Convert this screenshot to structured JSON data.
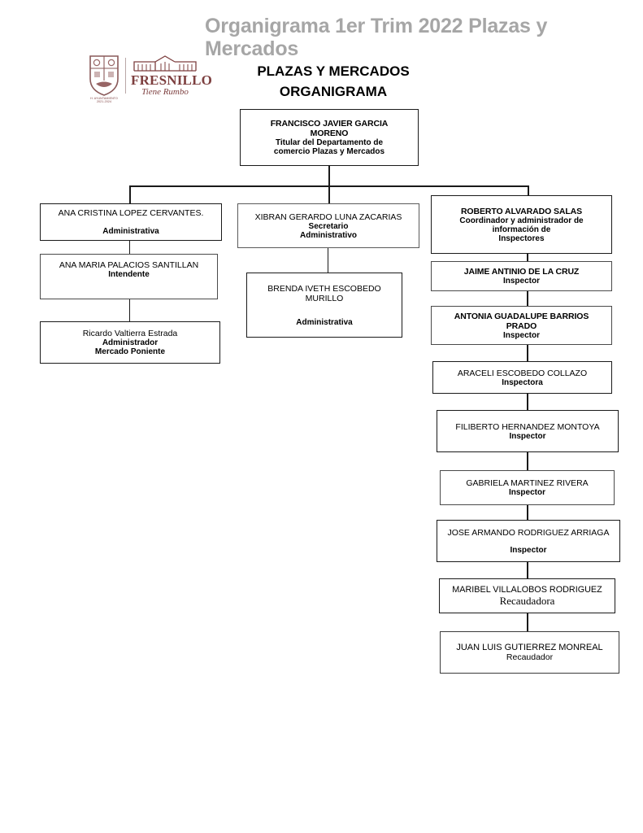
{
  "document": {
    "title": "Organigrama 1er Trim 2022 Plazas y Mercados",
    "title_color": "#a6a6a6",
    "heading_line1": "PLAZAS Y MERCADOS",
    "heading_line2": "ORGANIGRAMA"
  },
  "logo": {
    "crest_name": "municipal-coat-of-arms",
    "crest_caption": "H. AYUNTAMIENTO 2021-2024",
    "wordmark": "FRESNILLO",
    "tagline": "Tiene Rumbo",
    "brand_color": "#7d3f3f"
  },
  "chart_data": {
    "type": "diagram",
    "title": "PLAZAS Y MERCADOS ORGANIGRAMA",
    "nodes": [
      {
        "id": "head",
        "name": "FRANCISCO JAVIER GARCIA MORENO",
        "role": "Titular del Departamento de comercio Plazas y Mercados",
        "name_lines": [
          "FRANCISCO JAVIER GARCIA",
          "MORENO"
        ],
        "role_lines": [
          "Titular del Departamento de",
          "comercio Plazas y Mercados"
        ],
        "level": 0,
        "column": "center"
      },
      {
        "id": "ana-cristina",
        "name": "ANA CRISTINA LOPEZ CERVANTES.",
        "role": "Administrativa",
        "name_lines": [
          "ANA CRISTINA LOPEZ CERVANTES."
        ],
        "role_lines": [
          "Administrativa"
        ],
        "level": 1,
        "column": "left"
      },
      {
        "id": "ana-maria",
        "name": "ANA MARIA PALACIOS SANTILLAN",
        "role": "Intendente",
        "name_lines": [
          "ANA MARIA PALACIOS SANTILLAN"
        ],
        "role_lines": [
          "Intendente"
        ],
        "level": 2,
        "column": "left"
      },
      {
        "id": "ricardo",
        "name": "Ricardo Valtierra Estrada",
        "role": "Administrador Mercado Poniente",
        "name_lines": [
          "Ricardo Valtierra Estrada"
        ],
        "role_lines": [
          "Administrador",
          "Mercado Poniente"
        ],
        "level": 3,
        "column": "left"
      },
      {
        "id": "xibran",
        "name": "XIBRAN GERARDO LUNA ZACARIAS",
        "role": "Secretario Administrativo",
        "name_lines": [
          "XIBRAN GERARDO LUNA ZACARIAS"
        ],
        "role_lines": [
          "Secretario",
          "Administrativo"
        ],
        "level": 1,
        "column": "center"
      },
      {
        "id": "brenda",
        "name": "BRENDA IVETH ESCOBEDO MURILLO",
        "role": "Administrativa",
        "name_lines": [
          "BRENDA IVETH ESCOBEDO",
          "MURILLO"
        ],
        "role_lines": [
          "Administrativa"
        ],
        "level": 2,
        "column": "center"
      },
      {
        "id": "roberto",
        "name": "ROBERTO ALVARADO SALAS",
        "role": "Coordinador y administrador de información de Inspectores",
        "name_lines": [
          "ROBERTO ALVARADO SALAS"
        ],
        "role_lines": [
          "Coordinador y administrador de",
          "información de",
          "Inspectores"
        ],
        "level": 1,
        "column": "right"
      },
      {
        "id": "jaime",
        "name": "JAIME ANTINIO DE LA CRUZ",
        "role": "Inspector",
        "name_lines": [
          "JAIME ANTINIO DE LA CRUZ"
        ],
        "role_lines": [
          "Inspector"
        ],
        "level": 2,
        "column": "right"
      },
      {
        "id": "antonia",
        "name": "ANTONIA GUADALUPE BARRIOS PRADO",
        "role": "Inspector",
        "name_lines": [
          "ANTONIA GUADALUPE BARRIOS",
          "PRADO"
        ],
        "role_lines": [
          "Inspector"
        ],
        "level": 3,
        "column": "right"
      },
      {
        "id": "araceli",
        "name": "ARACELI ESCOBEDO COLLAZO",
        "role": "Inspectora",
        "name_lines": [
          "ARACELI ESCOBEDO COLLAZO"
        ],
        "role_lines": [
          "Inspectora"
        ],
        "level": 4,
        "column": "right"
      },
      {
        "id": "filiberto",
        "name": "FILIBERTO HERNANDEZ MONTOYA",
        "role": "Inspector",
        "name_lines": [
          "FILIBERTO HERNANDEZ MONTOYA"
        ],
        "role_lines": [
          "Inspector"
        ],
        "level": 5,
        "column": "right"
      },
      {
        "id": "gabriela",
        "name": "GABRIELA MARTINEZ RIVERA",
        "role": "Inspector",
        "name_lines": [
          "GABRIELA MARTINEZ RIVERA"
        ],
        "role_lines": [
          "Inspector"
        ],
        "level": 6,
        "column": "right"
      },
      {
        "id": "jose-armando",
        "name": "JOSE ARMANDO RODRIGUEZ ARRIAGA",
        "role": "Inspector",
        "name_lines": [
          "JOSE ARMANDO RODRIGUEZ ARRIAGA"
        ],
        "role_lines": [
          "Inspector"
        ],
        "level": 7,
        "column": "right"
      },
      {
        "id": "maribel",
        "name": "MARIBEL VILLALOBOS RODRIGUEZ",
        "role": "Recaudadora",
        "name_lines": [
          "MARIBEL VILLALOBOS RODRIGUEZ"
        ],
        "role_lines": [
          "Recaudadora"
        ],
        "level": 8,
        "column": "right"
      },
      {
        "id": "juan-luis",
        "name": "JUAN LUIS GUTIERREZ MONREAL",
        "role": "Recaudador",
        "name_lines": [
          "JUAN LUIS GUTIERREZ MONREAL"
        ],
        "role_lines": [
          "Recaudador"
        ],
        "level": 9,
        "column": "right"
      }
    ],
    "edges": [
      {
        "from": "head",
        "to": "ana-cristina"
      },
      {
        "from": "head",
        "to": "xibran"
      },
      {
        "from": "head",
        "to": "roberto"
      },
      {
        "from": "ana-cristina",
        "to": "ana-maria"
      },
      {
        "from": "ana-maria",
        "to": "ricardo"
      },
      {
        "from": "xibran",
        "to": "brenda"
      },
      {
        "from": "roberto",
        "to": "jaime"
      },
      {
        "from": "jaime",
        "to": "antonia"
      },
      {
        "from": "antonia",
        "to": "araceli"
      },
      {
        "from": "araceli",
        "to": "filiberto"
      },
      {
        "from": "filiberto",
        "to": "gabriela"
      },
      {
        "from": "gabriela",
        "to": "jose-armando"
      },
      {
        "from": "jose-armando",
        "to": "maribel"
      },
      {
        "from": "maribel",
        "to": "juan-luis"
      }
    ]
  }
}
